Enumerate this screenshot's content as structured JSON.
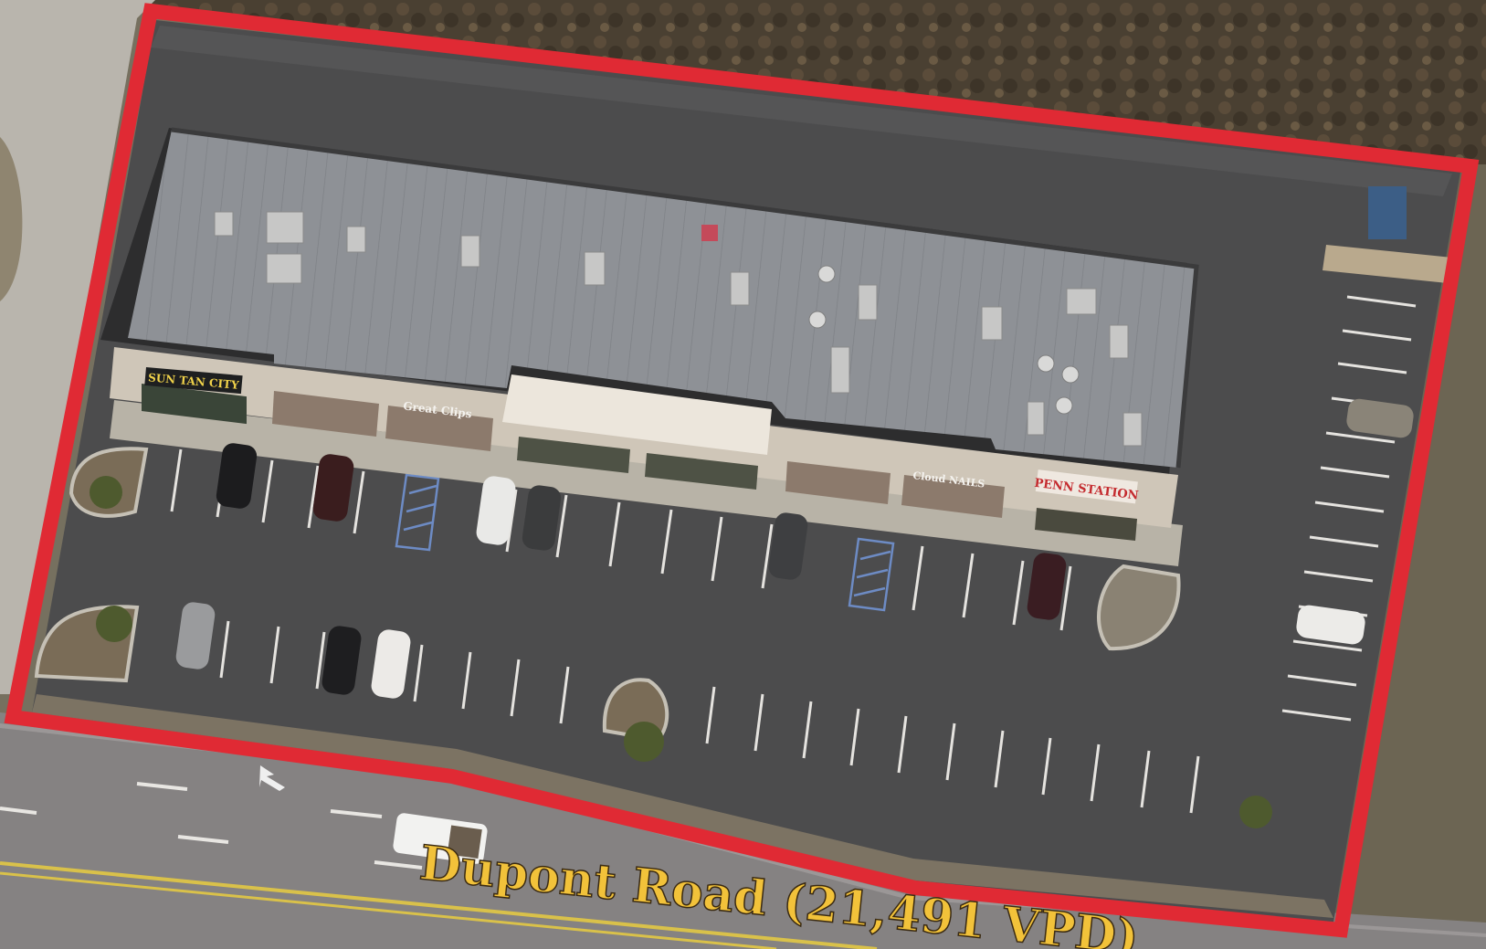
{
  "road_label": "Dupont Road (21,491 VPD)",
  "storefront_signs": [
    "SUN TAN CITY",
    "Great Clips",
    "",
    "Cloud NAILS",
    "PENN STATION"
  ],
  "colors": {
    "boundary": "#e02a34",
    "road_label": "#f2c23a",
    "roof": "#8f9296",
    "asphalt": "#4a4a4b",
    "road": "#828080"
  }
}
